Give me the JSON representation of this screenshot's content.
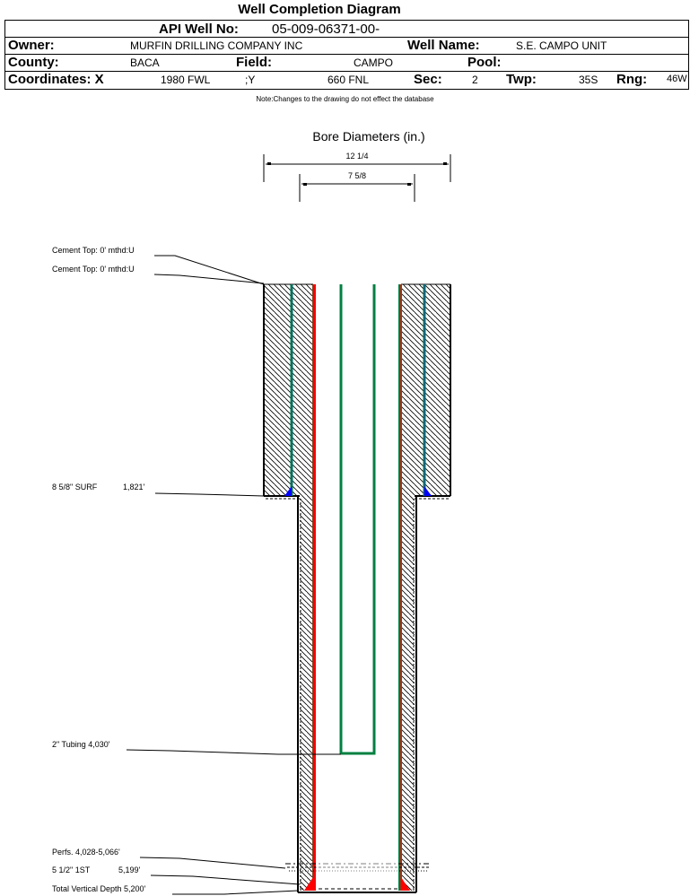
{
  "title": "Well Completion Diagram",
  "header": {
    "api_label": "API Well No:",
    "api_value": "05-009-06371-00-",
    "owner_label": "Owner:",
    "owner_value": "MURFIN DRILLING COMPANY INC",
    "well_name_label": "Well Name:",
    "well_name_value": "S.E. CAMPO UNIT",
    "county_label": "County:",
    "county_value": "BACA",
    "field_label": "Field:",
    "field_value": "CAMPO",
    "pool_label": "Pool:",
    "pool_value": "",
    "coords_label": "Coordinates: X",
    "coord_x_value": "1980 FWL",
    "coord_y_label": ";Y",
    "coord_y_value": "660 FNL",
    "sec_label": "Sec:",
    "sec_value": "2",
    "twp_label": "Twp:",
    "twp_value": "35S",
    "rng_label": "Rng:",
    "rng_value": "46W"
  },
  "note": "Note:Changes to the drawing do not effect the database",
  "diagram": {
    "title": "Bore Diameters (in.)",
    "bore_diameters": [
      "12 1/4",
      "7 5/8"
    ],
    "colors": {
      "surface_casing": "#1f6fb5",
      "production_casing": "#ff0000",
      "production_casing_right": "#8b3a1a",
      "tubing": "#008040",
      "cement_shoe": "#0000ff",
      "outline": "#000000"
    },
    "annotations": [
      {
        "id": "cement-top-1",
        "text": "Cement Top: 0' mthd:U"
      },
      {
        "id": "cement-top-2",
        "text": "Cement Top: 0' mthd:U"
      },
      {
        "id": "surface-casing",
        "text": "8 5/8\" SURF",
        "depth": "1,821'"
      },
      {
        "id": "tubing",
        "text": "2\" Tubing 4,030'"
      },
      {
        "id": "perfs",
        "text": "Perfs. 4,028-5,066'"
      },
      {
        "id": "production-casing",
        "text": "5 1/2\" 1ST",
        "depth": "5,199'"
      },
      {
        "id": "tvd",
        "text": "Total Vertical Depth 5,200'"
      }
    ]
  }
}
